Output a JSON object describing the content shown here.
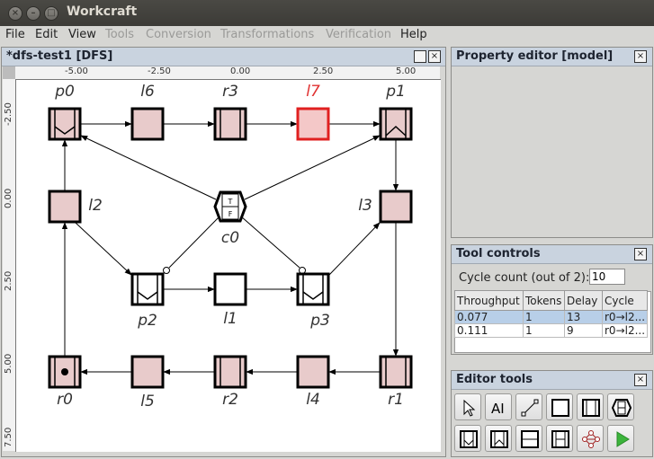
{
  "window": {
    "title": "Workcraft"
  },
  "menu": [
    {
      "label": "File",
      "enabled": true
    },
    {
      "label": "Edit",
      "enabled": true
    },
    {
      "label": "View",
      "enabled": true
    },
    {
      "label": "Tools",
      "enabled": false
    },
    {
      "label": "Conversion",
      "enabled": false
    },
    {
      "label": "Transformations",
      "enabled": false
    },
    {
      "label": "Verification",
      "enabled": false
    },
    {
      "label": "Help",
      "enabled": true
    }
  ],
  "editor": {
    "tab_title": "*dfs-test1 [DFS]",
    "ruler_h": [
      "-5.00",
      "-2.50",
      "0.00",
      "2.50",
      "5.00"
    ],
    "ruler_v": [
      "-2.50",
      "0.00",
      "2.50",
      "5.00",
      "7.50"
    ],
    "nodes": {
      "p0": "p0",
      "l6": "l6",
      "r3": "r3",
      "l7": "l7",
      "p1": "p1",
      "l2": "l2",
      "c0": "c0",
      "l3": "l3",
      "p2": "p2",
      "l1": "l1",
      "p3": "p3",
      "r0": "r0",
      "l5": "l5",
      "r2": "r2",
      "l4": "l4",
      "r1": "r1"
    },
    "c0_true": "T",
    "c0_false": "F"
  },
  "property_editor": {
    "title": "Property editor [model]"
  },
  "tool_controls": {
    "title": "Tool controls",
    "cycle_count_label": "Cycle count (out of 2):",
    "cycle_count_value": "10",
    "columns": [
      "Throughput",
      "Tokens",
      "Delay",
      "Cycle"
    ],
    "rows": [
      [
        "0.077",
        "1",
        "13",
        "r0→l2..."
      ],
      [
        "0.111",
        "1",
        "9",
        "r0→l2..."
      ]
    ]
  },
  "editor_tools": {
    "title": "Editor tools"
  },
  "colors": {
    "node_fill": "#e8cbcb",
    "highlight": "#e02020"
  }
}
